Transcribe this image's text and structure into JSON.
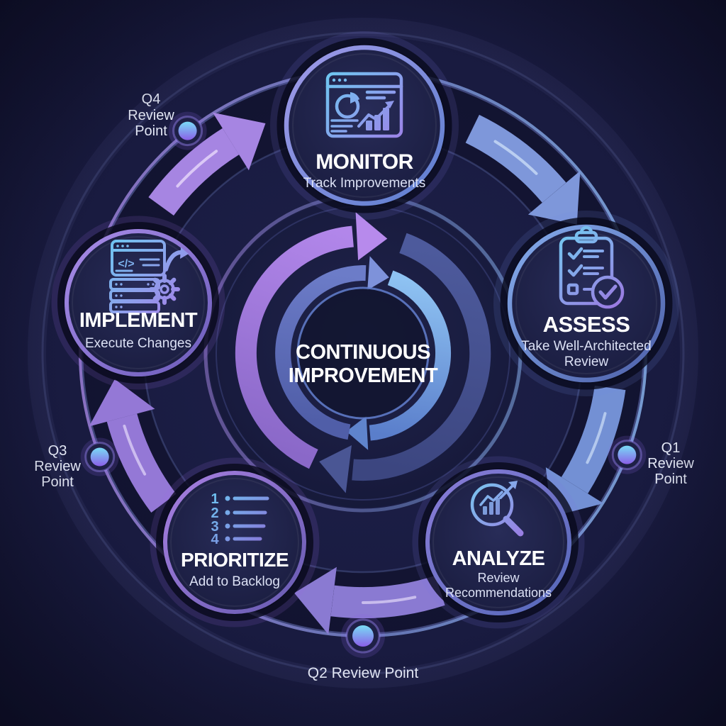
{
  "center": {
    "title_line1": "CONTINUOUS",
    "title_line2": "IMPROVEMENT"
  },
  "nodes": [
    {
      "id": "monitor",
      "title": "MONITOR",
      "subtitle_lines": [
        "Track Improvements"
      ],
      "icon": "dashboard-analytics-icon"
    },
    {
      "id": "assess",
      "title": "ASSESS",
      "subtitle_lines": [
        "Take Well-Architected",
        "Review"
      ],
      "icon": "clipboard-checklist-icon"
    },
    {
      "id": "analyze",
      "title": "ANALYZE",
      "subtitle_lines": [
        "Review",
        "Recommendations"
      ],
      "icon": "magnifier-chart-icon"
    },
    {
      "id": "prioritize",
      "title": "PRIORITIZE",
      "subtitle_lines": [
        "Add to Backlog"
      ],
      "icon": "numbered-list-icon",
      "icon_numbers": [
        "1",
        "2",
        "3",
        "4"
      ]
    },
    {
      "id": "implement",
      "title": "IMPLEMENT",
      "subtitle_lines": [
        "Execute Changes"
      ],
      "icon": "code-deploy-gear-icon",
      "icon_code_glyph": "</>"
    }
  ],
  "review_points": [
    {
      "id": "q4",
      "lines": [
        "Q4",
        "Review",
        "Point"
      ]
    },
    {
      "id": "q1",
      "lines": [
        "Q1",
        "Review",
        "Point"
      ]
    },
    {
      "id": "q3",
      "lines": [
        "Q3",
        "Review",
        "Point"
      ]
    },
    {
      "id": "q2",
      "lines": [
        "Q2 Review Point"
      ]
    }
  ],
  "colors": {
    "background": "#181a3d",
    "accent_purple": "#a685e2",
    "accent_blue": "#7e97da",
    "node_fill": "#1d2045",
    "title_text": "#ffffff",
    "subtitle_text": "#dce1f5",
    "dot_cyan": "#79dcf6",
    "dot_purple": "#8a5fe8"
  }
}
